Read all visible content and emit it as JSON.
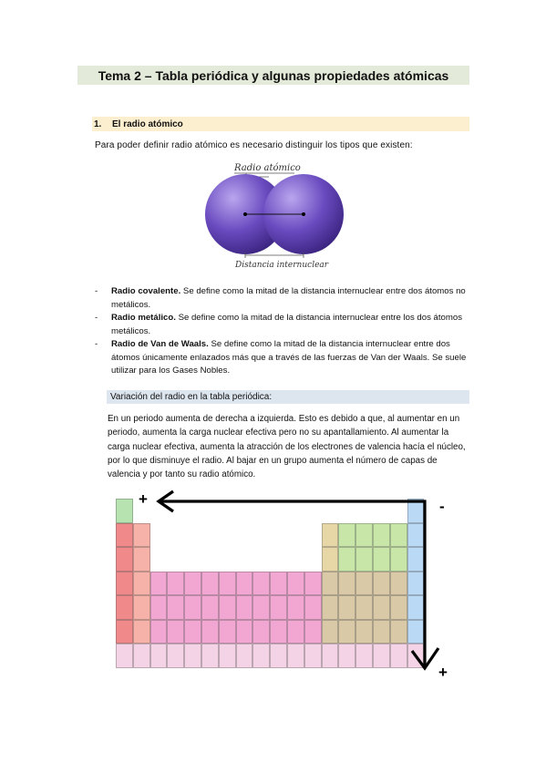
{
  "document": {
    "title": "Tema 2 – Tabla periódica y algunas propiedades atómicas",
    "section1": {
      "number": "1.",
      "heading": "El radio atómico"
    },
    "intro": "Para poder definir radio atómico es necesario distinguir los tipos que existen:",
    "figure": {
      "top_label": "Radio atómico",
      "bottom_label": "Distancia internuclear"
    },
    "bullets": [
      {
        "dash": "-",
        "term": "Radio covalente.",
        "text": " Se define como la mitad de la distancia internuclear  entre dos átomos no metálicos."
      },
      {
        "dash": "-",
        "term": "Radio metálico.",
        "text": "  Se define como la mitad de la distancia internuclear entre los dos átomos metálicos."
      },
      {
        "dash": "-",
        "term": "Radio de Van de Waals.",
        "text": " Se define como la mitad de la distancia internuclear entre dos átomos únicamente enlazados más que a través de las fuerzas de Van der Waals. Se suele utilizar para los Gases Nobles."
      }
    ],
    "section2": {
      "heading": "Variación del radio en la tabla periódica:"
    },
    "paragraph": "En un periodo aumenta de derecha a izquierda. Esto es debido a que, al aumentar en un periodo, aumenta la carga nuclear efectiva pero no su apantallamiento. Al aumentar la carga nuclear efectiva, aumenta la atracción de los electrones de valencia hacía el núcleo, por lo que disminuye el radio. Al bajar en un grupo aumenta el número de capas de valencia y por tanto su radio atómico.",
    "table_marks": {
      "top_left": "+",
      "top_right": "-",
      "bottom_right": "+"
    }
  },
  "colors": {
    "title_bg": "#e3ead9",
    "section1_bg": "#fbefd0",
    "section2_bg": "#dde5ef",
    "atom": "#5b3fa6"
  }
}
